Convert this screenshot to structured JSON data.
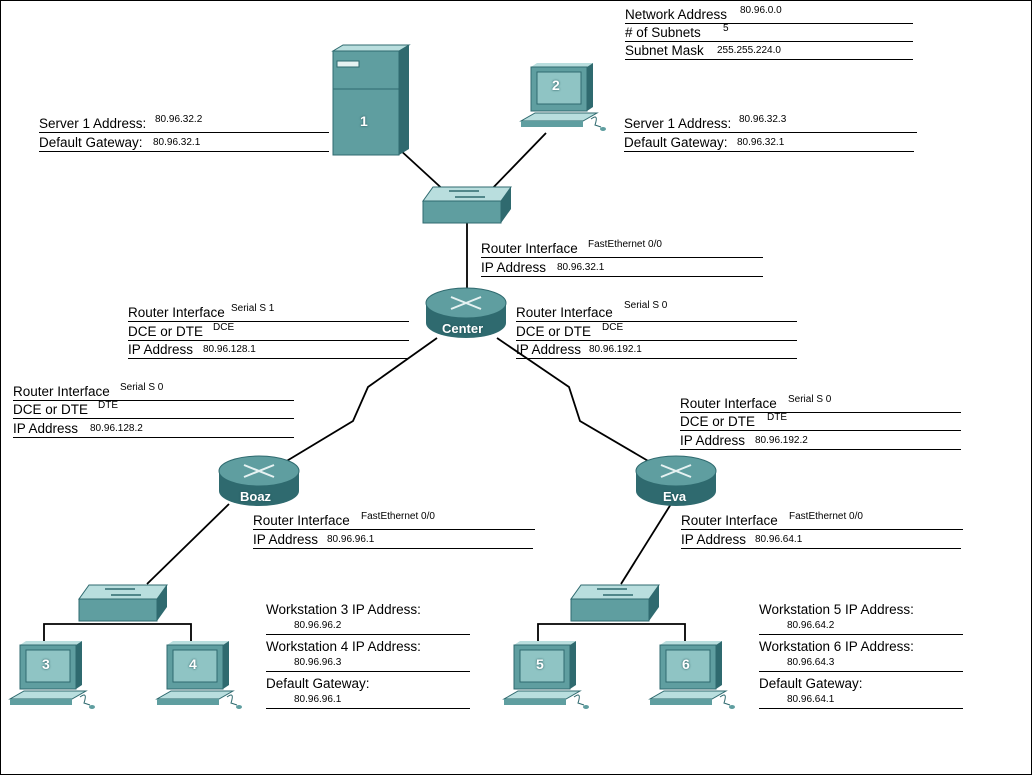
{
  "network": {
    "network_address_label": "Network Address",
    "network_address": "80.96.0.0",
    "subnets_label": "# of Subnets",
    "subnets": "5",
    "mask_label": "Subnet Mask",
    "mask": "255.255.224.0"
  },
  "server1": {
    "address_label": "Server 1 Address:",
    "address": "80.96.32.2",
    "gateway_label": "Default Gateway:",
    "gateway": "80.96.32.1",
    "device_label": "1"
  },
  "host2": {
    "address_label": "Server 1 Address:",
    "address": "80.96.32.3",
    "gateway_label": "Default Gateway:",
    "gateway": "80.96.32.1",
    "device_label": "2"
  },
  "center_fe": {
    "interface_label": "Router Interface",
    "interface": "FastEthernet 0/0",
    "ip_label": "IP Address",
    "ip": "80.96.32.1"
  },
  "center_s1": {
    "interface_label": "Router Interface",
    "interface": "Serial S 1",
    "dce_label": "DCE or DTE",
    "dce": "DCE",
    "ip_label": "IP Address",
    "ip": "80.96.128.1"
  },
  "center_s0": {
    "interface_label": "Router Interface",
    "interface": "Serial S 0",
    "dce_label": "DCE or DTE",
    "dce": "DCE",
    "ip_label": "IP Address",
    "ip": "80.96.192.1"
  },
  "boaz_s0": {
    "interface_label": "Router Interface",
    "interface": "Serial S 0",
    "dce_label": "DCE or DTE",
    "dce": "DTE",
    "ip_label": "IP Address",
    "ip": "80.96.128.2"
  },
  "eva_s0": {
    "interface_label": "Router Interface",
    "interface": "Serial S 0",
    "dce_label": "DCE or DTE",
    "dce": "DTE",
    "ip_label": "IP Address",
    "ip": "80.96.192.2"
  },
  "boaz_fe": {
    "interface_label": "Router Interface",
    "interface": "FastEthernet 0/0",
    "ip_label": "IP Address",
    "ip": "80.96.96.1"
  },
  "eva_fe": {
    "interface_label": "Router Interface",
    "interface": "FastEthernet 0/0",
    "ip_label": "IP Address",
    "ip": "80.96.64.1"
  },
  "boaz_lan": {
    "ws_a_label": "Workstation 3 IP Address:",
    "ws_a": "80.96.96.2",
    "ws_b_label": "Workstation 4 IP Address:",
    "ws_b": "80.96.96.3",
    "gateway_label": "Default Gateway:",
    "gateway": "80.96.96.1"
  },
  "eva_lan": {
    "ws_a_label": "Workstation 5 IP Address:",
    "ws_a": "80.96.64.2",
    "ws_b_label": "Workstation 6 IP Address:",
    "ws_b": "80.96.64.3",
    "gateway_label": "Default Gateway:",
    "gateway": "80.96.64.1"
  },
  "routers": {
    "center": "Center",
    "boaz": "Boaz",
    "eva": "Eva"
  },
  "workstations": {
    "w3": "3",
    "w4": "4",
    "w5": "5",
    "w6": "6"
  },
  "colors": {
    "device_teal": "#5f9ea0",
    "device_dark": "#2f6a6f",
    "device_light": "#b9dede",
    "line": "#000000"
  }
}
